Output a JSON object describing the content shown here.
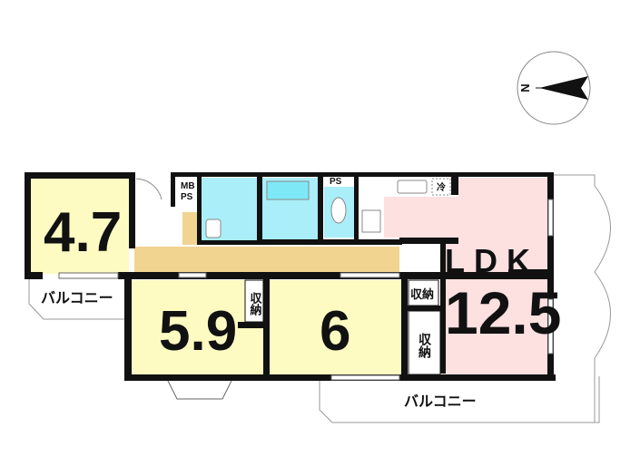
{
  "compass": {
    "label": "N",
    "icon": "compass-north-arrow-icon"
  },
  "rooms": {
    "west_room": {
      "size": "4.7"
    },
    "middle_room": {
      "size": "5.9"
    },
    "east_room": {
      "size": "6"
    },
    "ldk": {
      "name": "LDK",
      "size": "12.5"
    }
  },
  "labels": {
    "balcony_west": "バルコニー",
    "balcony_south": "バルコニー",
    "storage_1": "収納",
    "storage_2": "収納",
    "storage_3": "収納",
    "mbps_1": "MB",
    "mbps_2": "PS",
    "ps": "PS",
    "fridge": "冷"
  },
  "colors": {
    "room_yellow": "#fdfbc2",
    "ldk_pink": "#fde0e0",
    "wet_blue": "#a9eef9",
    "floor_wood": "#f1d48f",
    "wall": "#111111"
  }
}
